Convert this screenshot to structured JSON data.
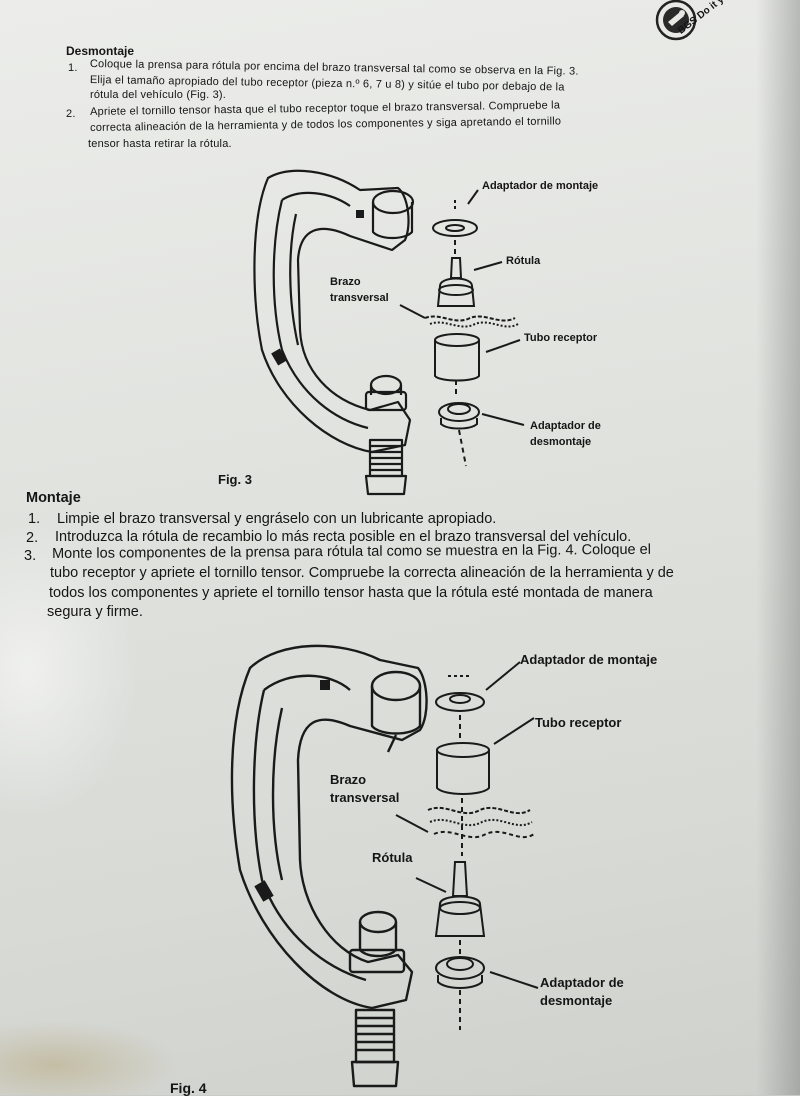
{
  "logo": {
    "text": "BGS Do it yours"
  },
  "desmontaje": {
    "heading": "Desmontaje",
    "step1": {
      "num": "1.",
      "line1": "Coloque la prensa para rótula por encima del brazo transversal tal como se observa en la Fig. 3.",
      "line2": "Elija el tamaño apropiado del tubo receptor (pieza n.º 6, 7 u 8) y sitúe el tubo por debajo de la",
      "line3": "rótula del vehículo (Fig. 3)."
    },
    "step2": {
      "num": "2.",
      "line1": "Apriete el tornillo tensor hasta que el tubo receptor toque el brazo transversal. Compruebe la",
      "line2": "correcta alineación de la herramienta y de todos los componentes y siga apretando el tornillo",
      "line3": "tensor hasta retirar la rótula."
    }
  },
  "fig3": {
    "caption": "Fig. 3",
    "labels": {
      "adaptador_montaje": "Adaptador de montaje",
      "rotula": "Rótula",
      "brazo_l1": "Brazo",
      "brazo_l2": "transversal",
      "tubo_receptor": "Tubo receptor",
      "adaptador_desmontaje_l1": "Adaptador de",
      "adaptador_desmontaje_l2": "desmontaje"
    }
  },
  "montaje": {
    "heading": "Montaje",
    "items": [
      {
        "num": "1.",
        "lines": [
          "Limpie el brazo transversal y engráselo con un lubricante apropiado."
        ]
      },
      {
        "num": "2.",
        "lines": [
          "Introduzca la rótula de recambio lo más recta posible en el brazo transversal del vehículo."
        ]
      },
      {
        "num": "3.",
        "lines": [
          "Monte los componentes de la prensa para rótula tal como se muestra en la Fig. 4. Coloque el",
          "tubo receptor y apriete el tornillo tensor. Compruebe la correcta alineación de la herramienta y de",
          "todos los componentes y apriete el tornillo tensor hasta que la rótula esté montada de manera",
          "segura y firme."
        ]
      }
    ]
  },
  "fig4": {
    "caption": "Fig. 4",
    "labels": {
      "adaptador_montaje": "Adaptador de montaje",
      "tubo_receptor": "Tubo receptor",
      "brazo_l1": "Brazo",
      "brazo_l2": "transversal",
      "rotula": "Rótula",
      "adaptador_desmontaje_l1": "Adaptador de",
      "adaptador_desmontaje_l2": "desmontaje"
    }
  }
}
